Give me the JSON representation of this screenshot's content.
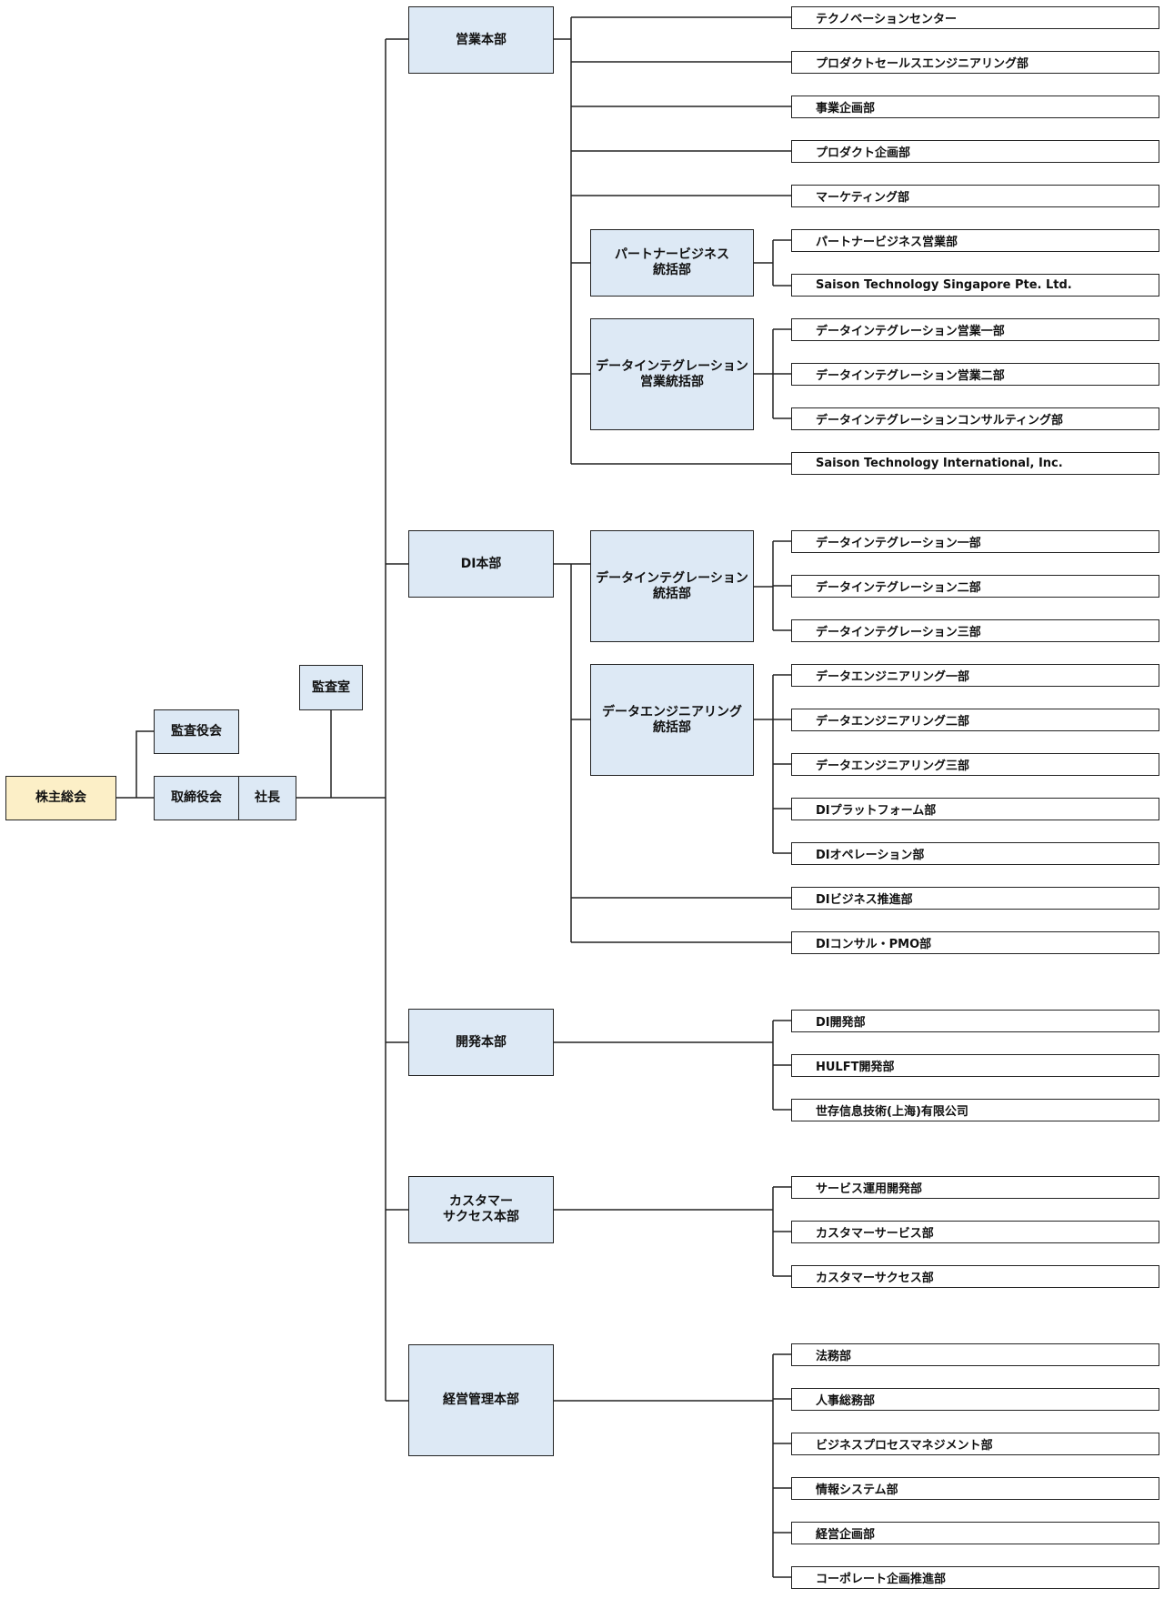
{
  "root": {
    "shareholders": "株主総会",
    "auditors": "監査役会",
    "board": "取締役会",
    "president": "社長",
    "audit_office": "監査室"
  },
  "divisions": [
    {
      "name": "営業本部",
      "leaves": [
        "テクノベーションセンター",
        "プロダクトセールスエンジニアリング部",
        "事業企画部",
        "プロダクト企画部",
        "マーケティング部"
      ],
      "subgroups": [
        {
          "name": "パートナービジネス\n統括部",
          "leaves": [
            "パートナービジネス営業部",
            "Saison Technology Singapore Pte. Ltd."
          ]
        },
        {
          "name": "データインテグレーション\n営業統括部",
          "leaves": [
            "データインテグレーション営業一部",
            "データインテグレーション営業二部",
            "データインテグレーションコンサルティング部"
          ]
        }
      ],
      "trailing_leaves": [
        "Saison Technology International, Inc."
      ]
    },
    {
      "name": "DI本部",
      "subgroups": [
        {
          "name": "データインテグレーション\n統括部",
          "leaves": [
            "データインテグレーション一部",
            "データインテグレーション二部",
            "データインテグレーション三部"
          ]
        },
        {
          "name": "データエンジニアリング\n統括部",
          "leaves": [
            "データエンジニアリング一部",
            "データエンジニアリング二部",
            "データエンジニアリング三部",
            "DIプラットフォーム部",
            "DIオペレーション部"
          ]
        }
      ],
      "trailing_leaves": [
        "DIビジネス推進部",
        "DIコンサル・PMO部"
      ]
    },
    {
      "name": "開発本部",
      "leaves": [
        "DI開発部",
        "HULFT開発部",
        "世存信息技術(上海)有限公司"
      ]
    },
    {
      "name": "カスタマー\nサクセス本部",
      "leaves": [
        "サービス運用開発部",
        "カスタマーサービス部",
        "カスタマーサクセス部"
      ]
    },
    {
      "name": "経営管理本部",
      "leaves": [
        "法務部",
        "人事総務部",
        "ビジネスプロセスマネジメント部",
        "情報システム部",
        "経営企画部",
        "コーポレート企画推進部"
      ]
    }
  ]
}
